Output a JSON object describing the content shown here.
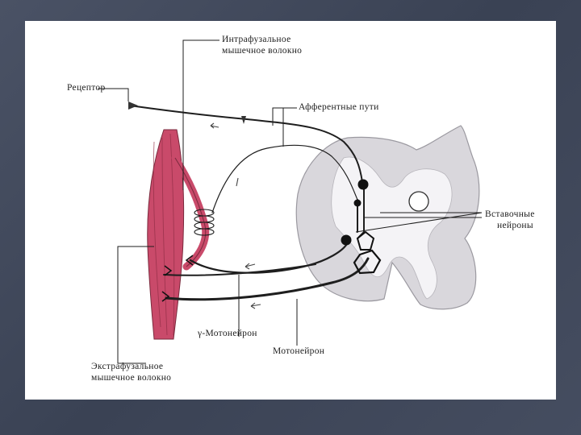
{
  "labels": {
    "intrafusal_line1": "Интрафузальное",
    "intrafusal_line2": "мышечное волокно",
    "receptor": "Рецептор",
    "afferent": "Афферентные пути",
    "interneurons_line1": "Вставочные",
    "interneurons_line2": "нейроны",
    "gamma_motoneuron": "γ-Мотонейрон",
    "motoneuron": "Мотонейрон",
    "extrafusal_line1": "Экстрафузальное",
    "extrafusal_line2": "мышечное волокно"
  },
  "colors": {
    "slide_background": "#3f4759",
    "figure_background": "#ffffff",
    "muscle": "#c94a6a",
    "spinal_cord": "#d9d7dc",
    "grey_matter": "#f6f5f7",
    "lines": "#1e1e1e"
  }
}
